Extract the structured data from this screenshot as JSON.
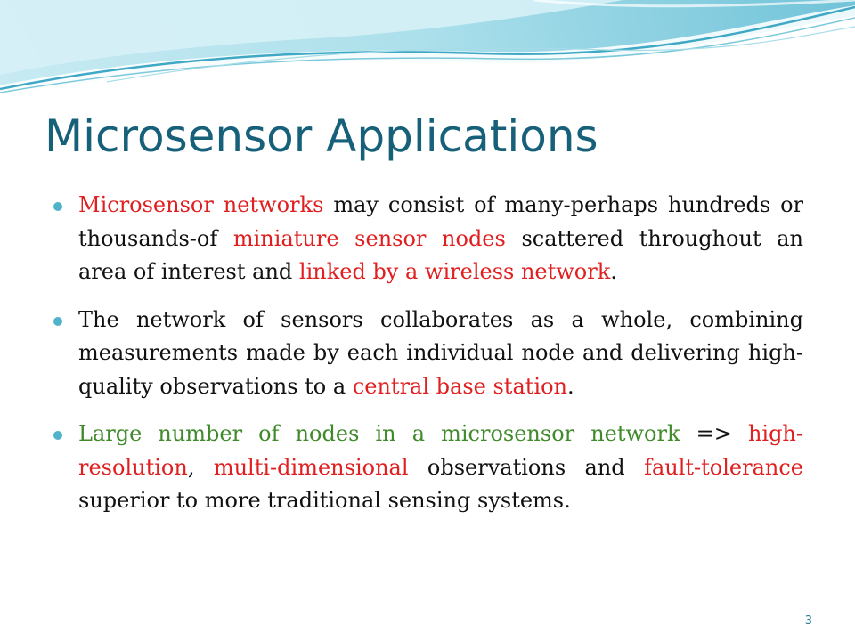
{
  "slide": {
    "title": "Microsensor Applications",
    "page_number": "3",
    "colors": {
      "title": "#17607a",
      "body_text": "#111111",
      "highlight_red": "#e02020",
      "highlight_green": "#3f8a2a",
      "bullet": "#4fb3c9",
      "banner_light": "#d8f0f5",
      "banner_mid": "#8fd3e2",
      "banner_dark": "#3fa8c4"
    },
    "bullets": [
      {
        "segments": [
          {
            "text": "Microsensor networks",
            "style": "red"
          },
          {
            "text": " may consist of many-perhaps hundreds or thousands-of ",
            "style": "normal"
          },
          {
            "text": "miniature sensor nodes",
            "style": "red"
          },
          {
            "text": " scattered throughout an area of interest and ",
            "style": "normal"
          },
          {
            "text": "linked by a wireless network",
            "style": "red"
          },
          {
            "text": ".",
            "style": "normal"
          }
        ]
      },
      {
        "segments": [
          {
            "text": "The network of sensors collaborates as a whole, combining measurements made by each individual node and delivering high-quality observations to a ",
            "style": "normal"
          },
          {
            "text": "central base station",
            "style": "red"
          },
          {
            "text": ".",
            "style": "normal"
          }
        ]
      },
      {
        "segments": [
          {
            "text": "Large number of nodes in a microsensor network",
            "style": "green"
          },
          {
            "text": " => ",
            "style": "normal"
          },
          {
            "text": "high-resolution",
            "style": "red"
          },
          {
            "text": ", ",
            "style": "normal"
          },
          {
            "text": "multi-dimensional",
            "style": "red"
          },
          {
            "text": " observations and ",
            "style": "normal"
          },
          {
            "text": "fault-tolerance",
            "style": "red"
          },
          {
            "text": " superior to more traditional sensing systems.",
            "style": "normal"
          }
        ]
      }
    ]
  }
}
